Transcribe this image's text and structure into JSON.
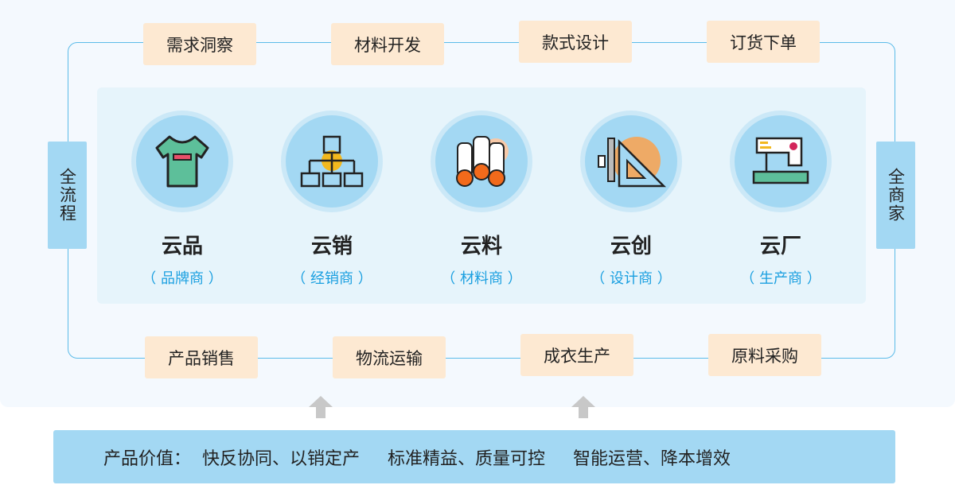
{
  "top_steps": [
    "需求洞察",
    "材料开发",
    "款式设计",
    "订货下单"
  ],
  "bottom_steps": [
    "产品销售",
    "物流运输",
    "成衣生产",
    "原料采购"
  ],
  "left_label": "全流程",
  "right_label": "全商家",
  "nodes": [
    {
      "title": "云品",
      "subtitle": "（ 品牌商 ）",
      "icon": "tshirt-icon"
    },
    {
      "title": "云销",
      "subtitle": "（ 经销商 ）",
      "icon": "distribution-icon"
    },
    {
      "title": "云料",
      "subtitle": "（ 材料商 ）",
      "icon": "fabric-rolls-icon"
    },
    {
      "title": "云创",
      "subtitle": "（ 设计商 ）",
      "icon": "design-tools-icon"
    },
    {
      "title": "云厂",
      "subtitle": "（ 生产商 ）",
      "icon": "sewing-machine-icon"
    }
  ],
  "value_bar": {
    "label": "产品价值：",
    "items": "快反协同、以销定产     标准精益、质量可控     智能运营、降本增效"
  },
  "colors": {
    "accent": "#1a9fe0",
    "step_bg": "#fde9d2",
    "side_bg": "#a3d8f3"
  }
}
